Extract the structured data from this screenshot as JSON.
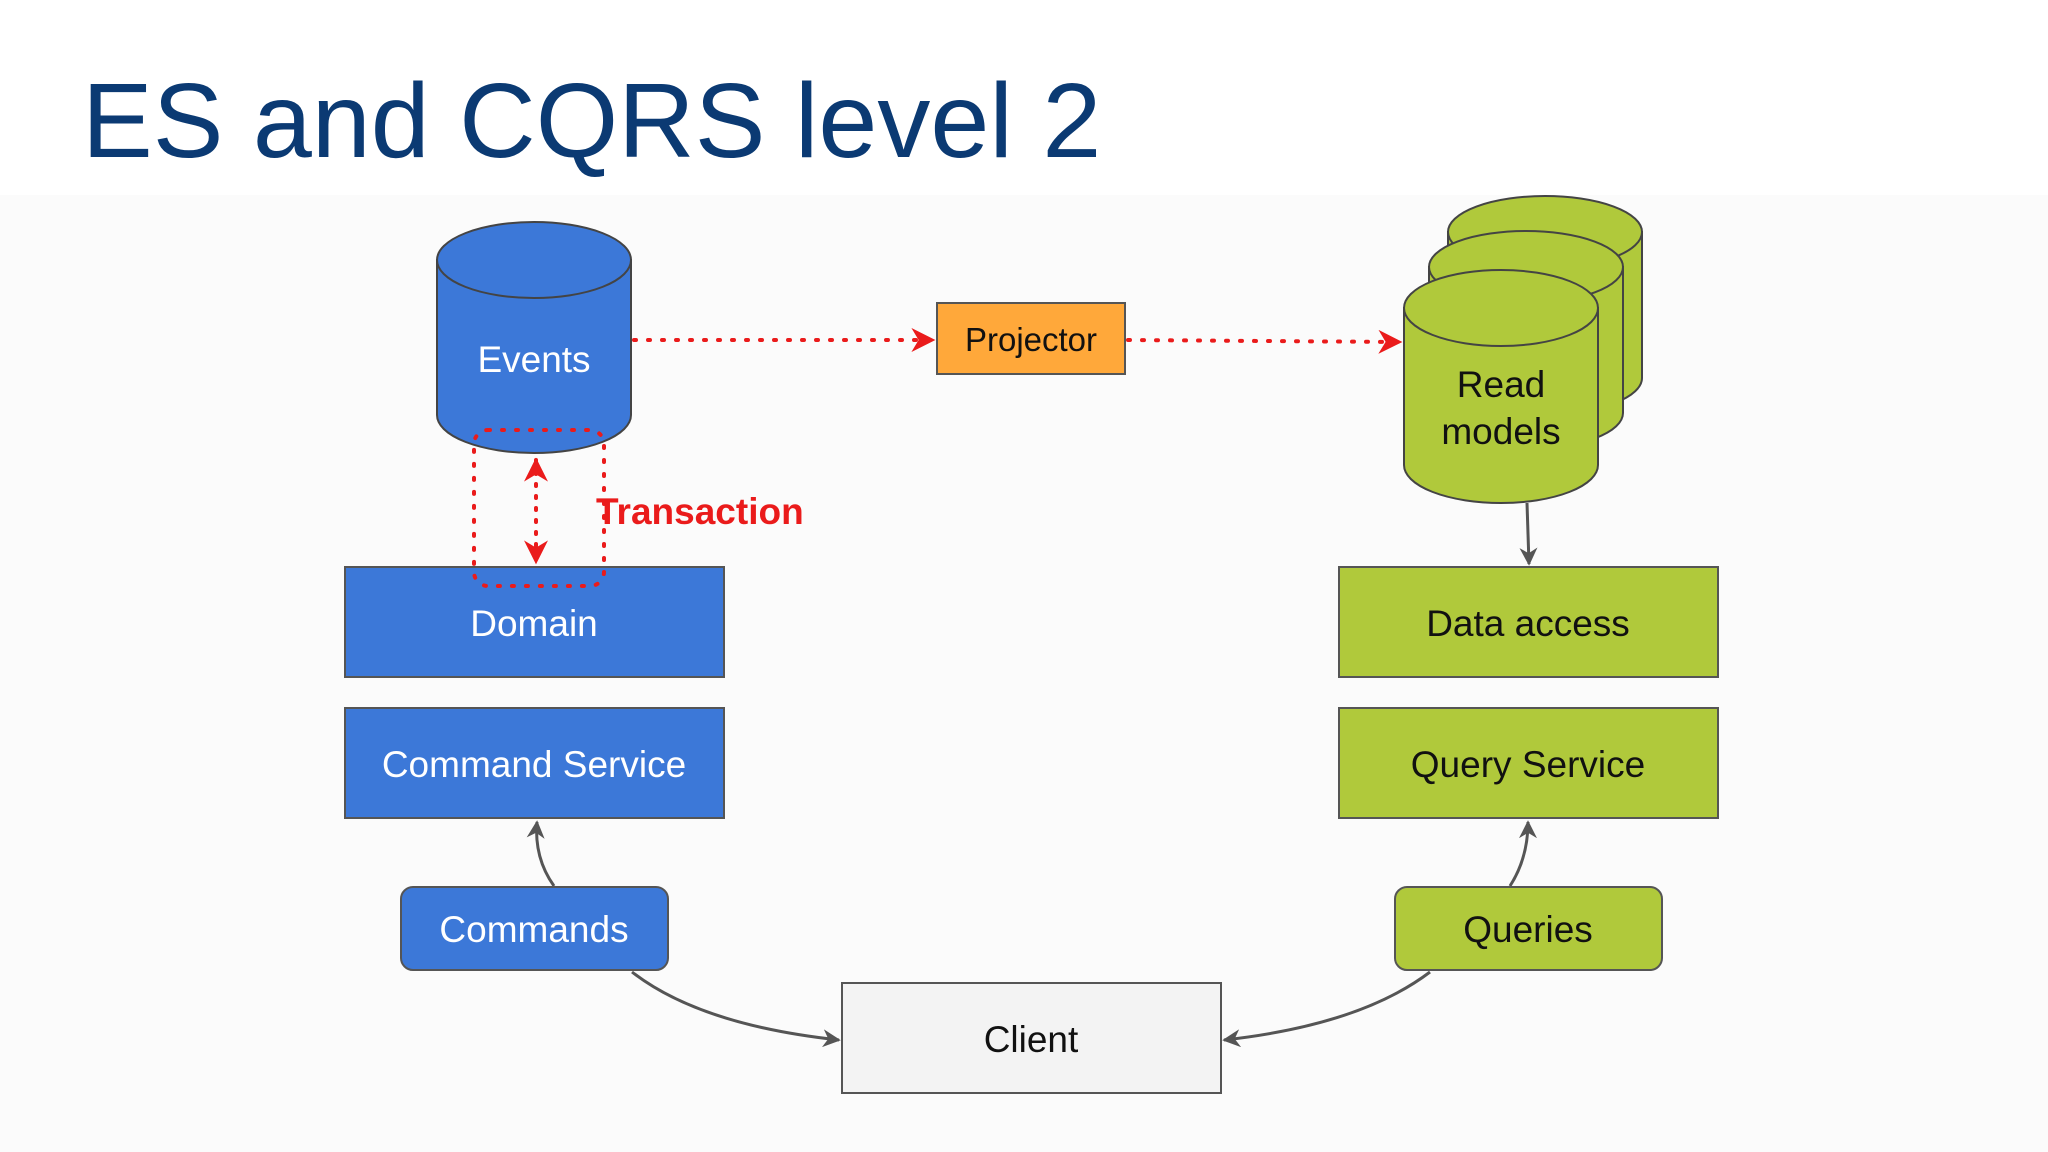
{
  "slide": {
    "title": "ES and CQRS level 2"
  },
  "diagram": {
    "nodes": {
      "events": "Events",
      "projector": "Projector",
      "read_models_line1": "Read",
      "read_models_line2": "models",
      "domain": "Domain",
      "command_service": "Command Service",
      "commands": "Commands",
      "client": "Client",
      "data_access": "Data access",
      "query_service": "Query Service",
      "queries": "Queries"
    },
    "annotations": {
      "transaction": "Transaction"
    },
    "colors": {
      "title": "#0b3a73",
      "write_side_blue": "#3c78d8",
      "read_side_green": "#b0c93b",
      "projector_orange": "#ffa83a",
      "client_gray": "#f3f3f3",
      "dotted_red": "#ea1b1b",
      "arrow_gray": "#555555"
    }
  }
}
